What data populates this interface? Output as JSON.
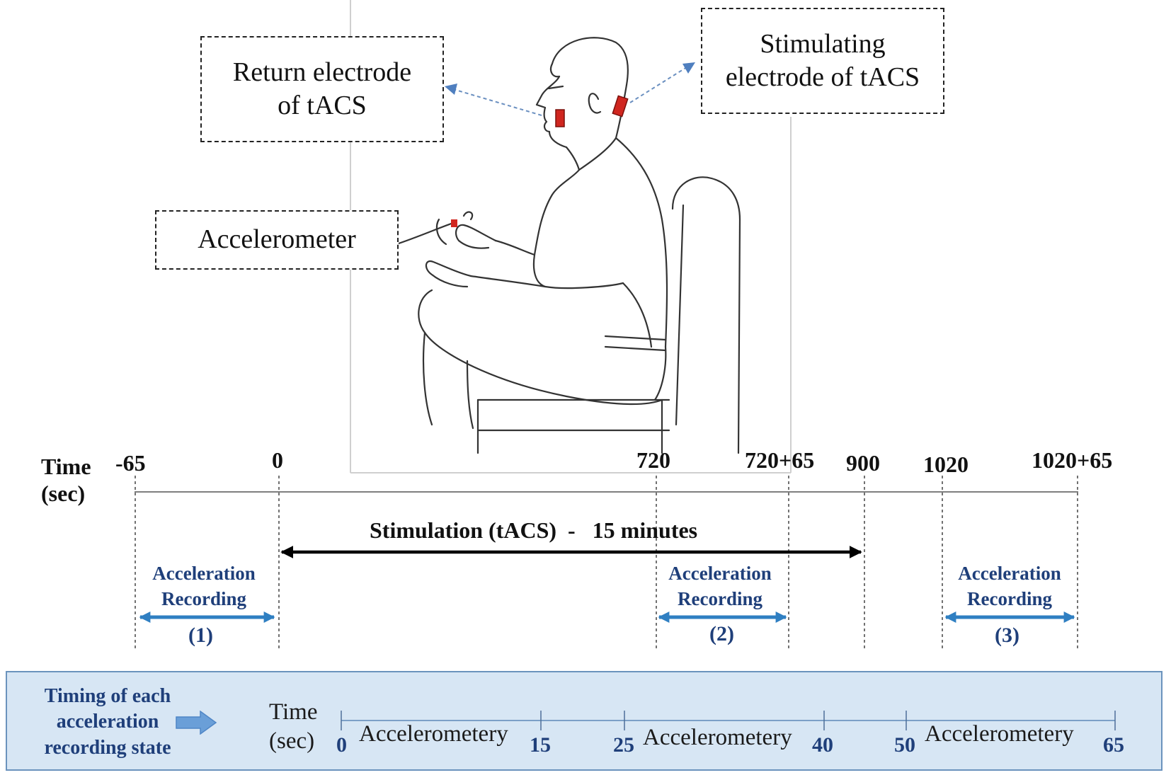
{
  "labels": {
    "return_electrode": "Return electrode\nof tACS",
    "stimulating_electrode": "Stimulating\nelectrode of tACS",
    "accelerometer": "Accelerometer"
  },
  "timeline": {
    "axis_label_line1": "Time",
    "axis_label_line2": "(sec)",
    "ticks": [
      "-65",
      "0",
      "720",
      "720+65",
      "900",
      "1020",
      "1020+65"
    ],
    "stimulation_label": "Stimulation (tACS)  -   15 minutes",
    "recordings": [
      {
        "line1": "Acceleration",
        "line2": "Recording",
        "number": "(1)"
      },
      {
        "line1": "Acceleration",
        "line2": "Recording",
        "number": "(2)"
      },
      {
        "line1": "Acceleration",
        "line2": "Recording",
        "number": "(3)"
      }
    ]
  },
  "panel": {
    "title_line1": "Timing of each",
    "title_line2": "acceleration",
    "title_line3": "recording state",
    "time_label_line1": "Time",
    "time_label_line2": "(sec)",
    "ticks": [
      "0",
      "15",
      "25",
      "40",
      "50",
      "65"
    ],
    "segments": [
      "Accelerometery",
      "Accelerometery",
      "Accelerometery"
    ]
  },
  "colors": {
    "electrode": "#d0261f",
    "arrow_blue": "#2f7fc2",
    "label_blue": "#1f3f7a",
    "panel_fill": "#d7e6f4",
    "panel_border": "#6b93bd"
  }
}
